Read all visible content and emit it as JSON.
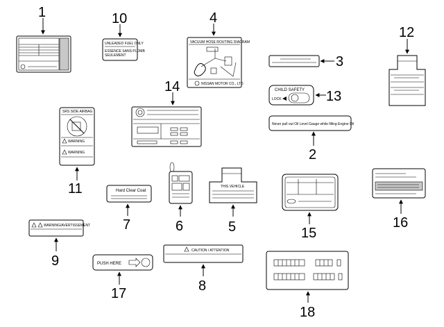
{
  "callouts": [
    "1",
    "2",
    "3",
    "4",
    "5",
    "6",
    "7",
    "8",
    "9",
    "10",
    "11",
    "12",
    "13",
    "14",
    "15",
    "16",
    "17",
    "18"
  ],
  "labels": {
    "unleaded_fuel": "UNLEADED FUEL ONLY",
    "essence": "ESSENCE SANS PLOMB",
    "seulement": "SEULEMENT",
    "vacuum_hose": "VACUUM HOSE ROUTING DIAGRAM",
    "nissan": "NISSAN MOTOR CO., LTD",
    "child_safety": "CHILD SAFETY",
    "lock": "LOCK",
    "oil_gauge": "Never pull out Oil Level Gauge while filling Engine Oil",
    "sfs_airbag": "SRS SIDE AIRBAG",
    "warning": "WARNING",
    "avertissement": "AVERTISSEMENT",
    "hard_clear_coat": "Hard Clear Coat",
    "this_vehicle": "THIS VEHICLE",
    "warning_avertissement": "WARNING/AVERTISSEMENT",
    "caution_attention": "CAUTION / ATTENTION",
    "push_here": "PUSH HERE"
  }
}
